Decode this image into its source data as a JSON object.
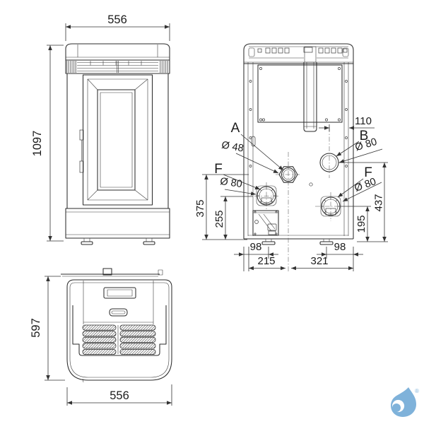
{
  "front_view": {
    "width_dim": "556",
    "height_dim": "1097"
  },
  "rear_view": {
    "offset_110": "110",
    "label_a": "A",
    "dia_a": "Ø 48",
    "label_b": "B",
    "dia_b": "Ø 80",
    "label_f_left": "F",
    "dia_f_left": "Ø 80",
    "label_f_right": "F",
    "dia_f_right": "Ø 80",
    "height_375": "375",
    "height_255": "255",
    "height_437": "437",
    "height_195": "195",
    "span_98_left": "98",
    "span_98_right": "98",
    "span_215": "215",
    "span_321": "321"
  },
  "top_view": {
    "depth_dim": "597",
    "width_dim": "556"
  },
  "logo": {
    "registered_mark": "®",
    "color": "#7fb2da"
  }
}
